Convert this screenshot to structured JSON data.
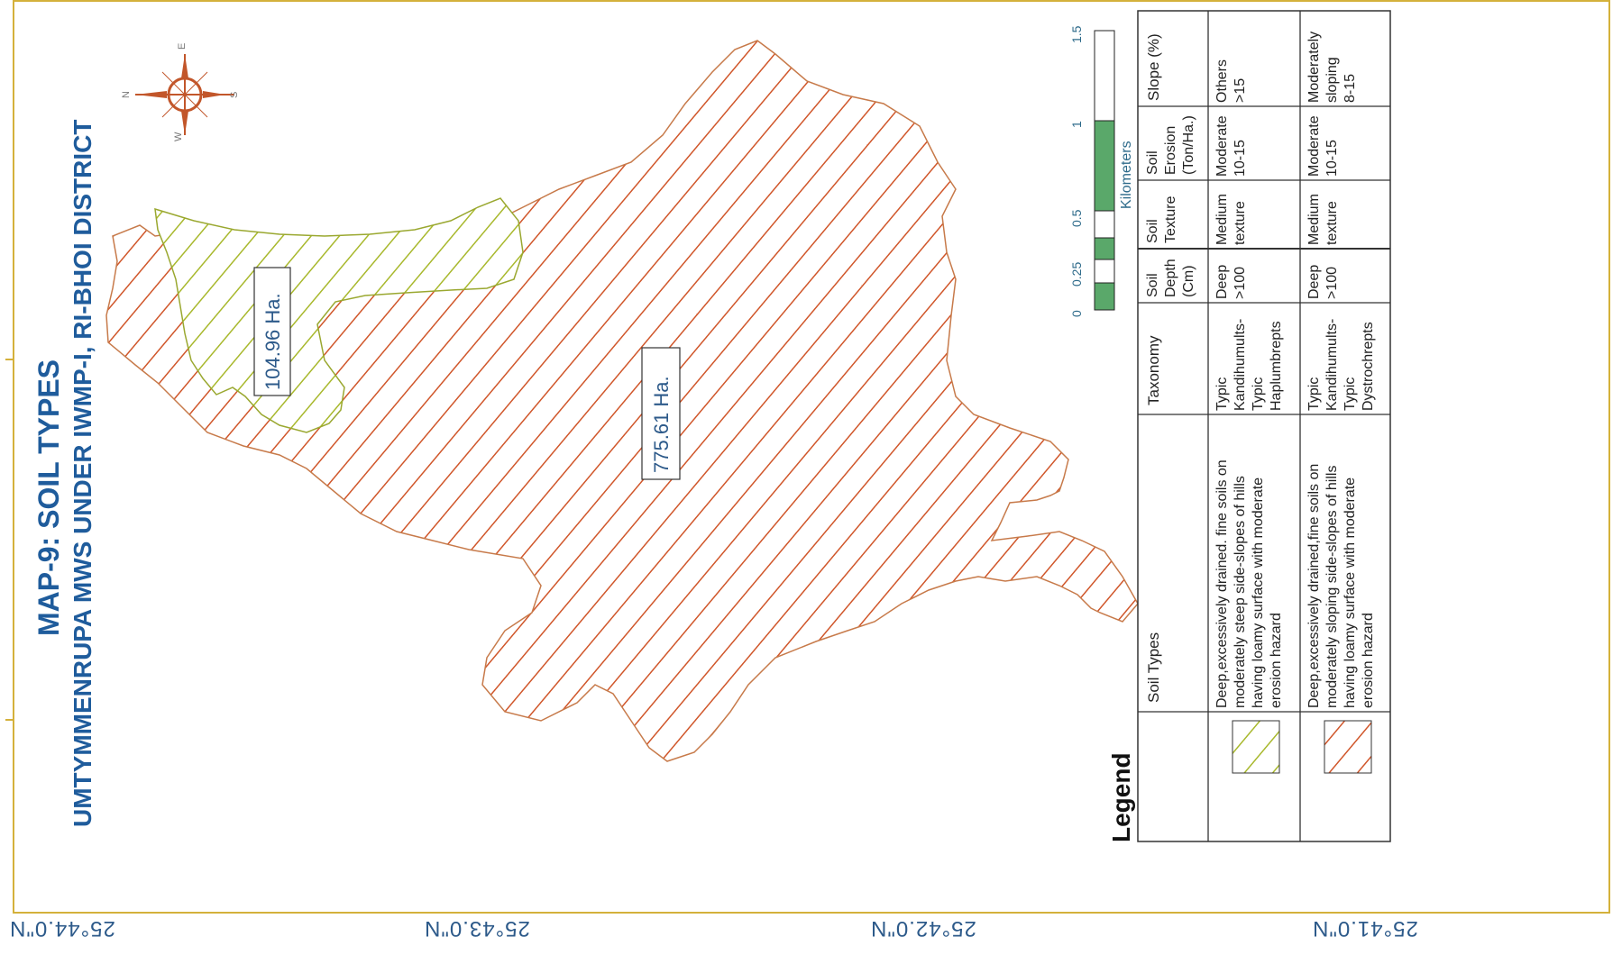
{
  "map": {
    "title": "MAP-9:  SOIL TYPES",
    "subtitle": "UMTYMMENRUPA MWS UNDER IWMP-I, RI-BHOI DISTRICT",
    "colors": {
      "frame": "#d4b13b",
      "title": "#1f5c9c",
      "soil_type_1": "#a8b82c",
      "soil_type_2": "#d0562a",
      "scale_bar": "#5aa86a"
    },
    "area_labels": {
      "area_1": "104.96 Ha.",
      "area_2": "775.61 Ha."
    },
    "latitude_labels": [
      "25°44.0\"N",
      "25°43.0\"N",
      "25°42.0\"N",
      "25°41.0\"N"
    ],
    "compass": {
      "n": "N",
      "e": "E",
      "s": "S",
      "w": "W"
    },
    "scale_bar": {
      "ticks": [
        "0",
        "0.25",
        "0.5",
        "1",
        "1.5"
      ],
      "unit": "Kilometers"
    }
  },
  "legend": {
    "title": "Legend",
    "headers": {
      "soil_types": "Soil Types",
      "taxonomy": "Taxonomy",
      "soil_depth": [
        "Soil",
        "Depth",
        "(Cm)"
      ],
      "soil_texture": [
        "Soil",
        "Texture"
      ],
      "soil_erosion": [
        "Soil",
        "Erosion",
        "(Ton/Ha.)"
      ],
      "slope": "Slope (%)"
    },
    "rows": [
      {
        "swatch_color": "#a8b82c",
        "description": [
          "Deep,excessively drained. fine soils on",
          "moderately steep side-slopes of hills",
          "having loamy surface with moderate",
          "erosion hazard"
        ],
        "taxonomy": [
          "Typic",
          "Kandihumults-",
          "Typic",
          "Haplumbrepts"
        ],
        "depth": [
          "Deep",
          ">100"
        ],
        "texture": [
          "Medium",
          "texture"
        ],
        "erosion": [
          "Moderate",
          "10-15"
        ],
        "slope": [
          "Others",
          ">15"
        ]
      },
      {
        "swatch_color": "#d0562a",
        "description": [
          "Deep,excessively drained,fine soils on",
          "moderately sloping side-slopes of hills",
          "having loamy surface with moderate",
          "erosion hazard"
        ],
        "taxonomy": [
          "Typic",
          "Kandihumults-",
          "Typic",
          "Dystrochrepts"
        ],
        "depth": [
          "Deep",
          ">100"
        ],
        "texture": [
          "Medium",
          "texture"
        ],
        "erosion": [
          "Moderate",
          "10-15"
        ],
        "slope": [
          "Moderately",
          "sloping",
          "8-15"
        ]
      }
    ]
  }
}
